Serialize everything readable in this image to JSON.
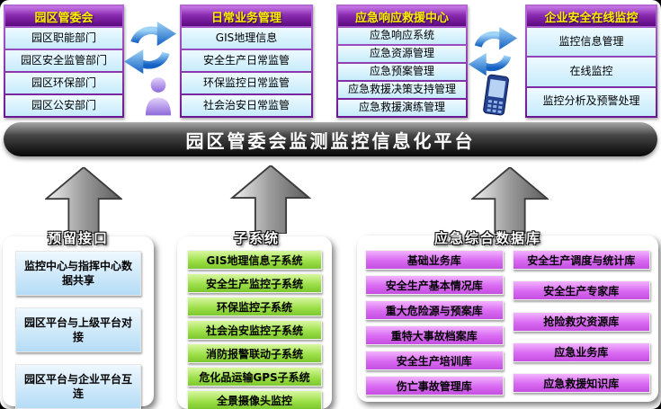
{
  "platform": {
    "title": "园区管委会监测监控信息化平台"
  },
  "top_columns": [
    {
      "header": "园区管委会",
      "items": [
        "园区职能部门",
        "园区安全监管部门",
        "园区环保部门",
        "园区公安部门"
      ]
    },
    {
      "header": "日常业务管理",
      "items": [
        "GIS地理信息",
        "安全生产日常监管",
        "环保监控日常监管",
        "社会治安日常监管"
      ]
    },
    {
      "header": "应急响应救援中心",
      "items": [
        "应急响应系统",
        "应急资源管理",
        "应急预案管理",
        "应急救援决策支持管理",
        "应急救援演练管理"
      ]
    },
    {
      "header": "企业安全在线监控",
      "items": [
        "监控信息管理",
        "在线监控",
        "监控分析及预警处理"
      ]
    }
  ],
  "bottom_sections": [
    {
      "label": "预留接口",
      "items": [
        "监控中心与指挥中心数据共享",
        "园区平台与上级平台对接",
        "园区平台与企业平台互连"
      ]
    },
    {
      "label": "子系统",
      "items": [
        "GIS地理信息子系统",
        "安全生产监控子系统",
        "环保监控子系统",
        "社会治安监控子系统",
        "消防报警联动子系统",
        "危化品运输GPS子系统",
        "全景摄像头监控"
      ]
    },
    {
      "label": "应急综合数据库",
      "columns": [
        [
          "基础业务库",
          "安全生产基本情况库",
          "重大危险源与预案库",
          "重特大事故档案库",
          "安全生产培训库",
          "伤亡事故管理库"
        ],
        [
          "安全生产调度与统计库",
          "安全生产专家库",
          "抢险救灾资源库",
          "应急业务库",
          "应急救援知识库"
        ]
      ]
    }
  ],
  "icons": {
    "sync_left": "sync-arrows-icon",
    "person": "person-icon",
    "sync_right": "sync-arrows-icon",
    "phone": "mobile-device-icon",
    "up_arrow": "up-arrow-3d"
  },
  "colors": {
    "header_purple": "#8a2bb0",
    "item_cyan": "#c6ebfb",
    "item_green": "#9ade44",
    "item_magenta": "#d969f2",
    "item_blue": "#b4dcf6",
    "platform_dark": "#060606",
    "header_text_yellow": "#ffee00",
    "arrow_gray": "#9a9a9a"
  }
}
